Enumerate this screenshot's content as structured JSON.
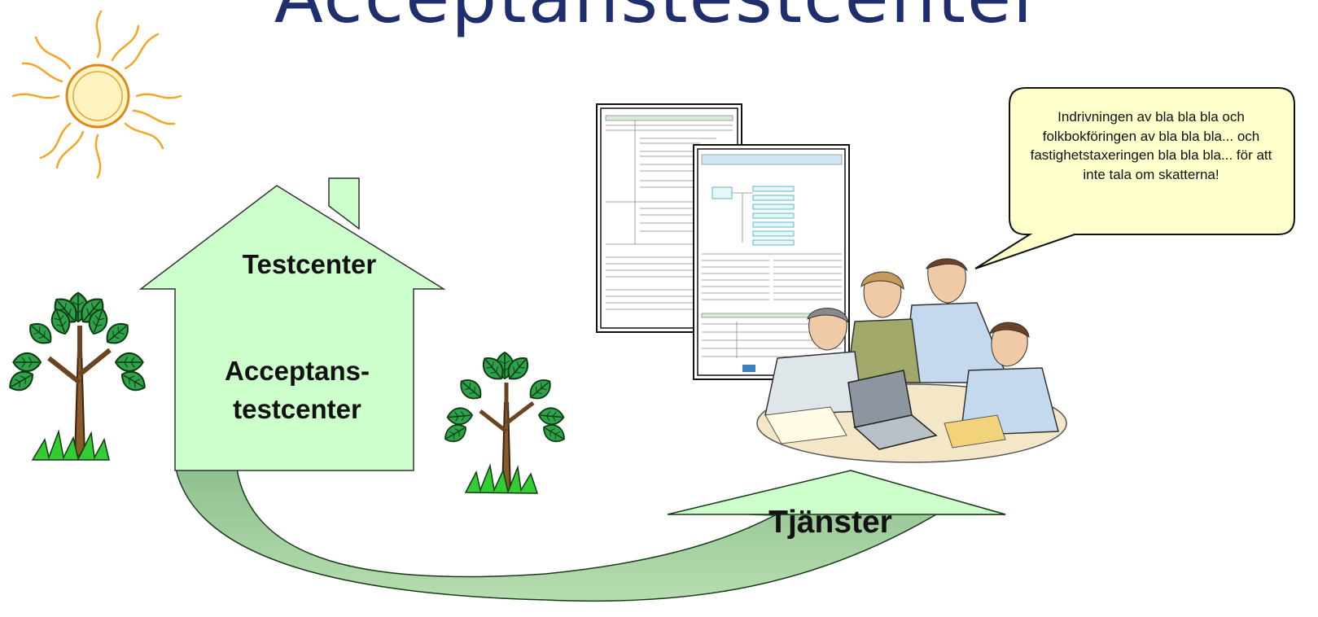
{
  "title": "Acceptanstestcenter",
  "house": {
    "top_label": "Testcenter",
    "main_label_line1": "Acceptans-",
    "main_label_line2": "testcenter"
  },
  "arrow_label": "Tjänster",
  "speech_bubble": "Indrivningen av bla bla bla och folkbokföringen av bla bla bla... och fastighetstaxeringen bla bla bla... för att inte tala om skatterna!",
  "colors": {
    "title": "#1f2f6e",
    "house_fill": "#ccffcc",
    "arrow_fill": "#99cc99",
    "bubble_fill": "#ffffcc",
    "sun": "#f5a623"
  },
  "icons": [
    "sun-icon",
    "tree-icon",
    "document-icon",
    "people-at-laptop-icon"
  ]
}
